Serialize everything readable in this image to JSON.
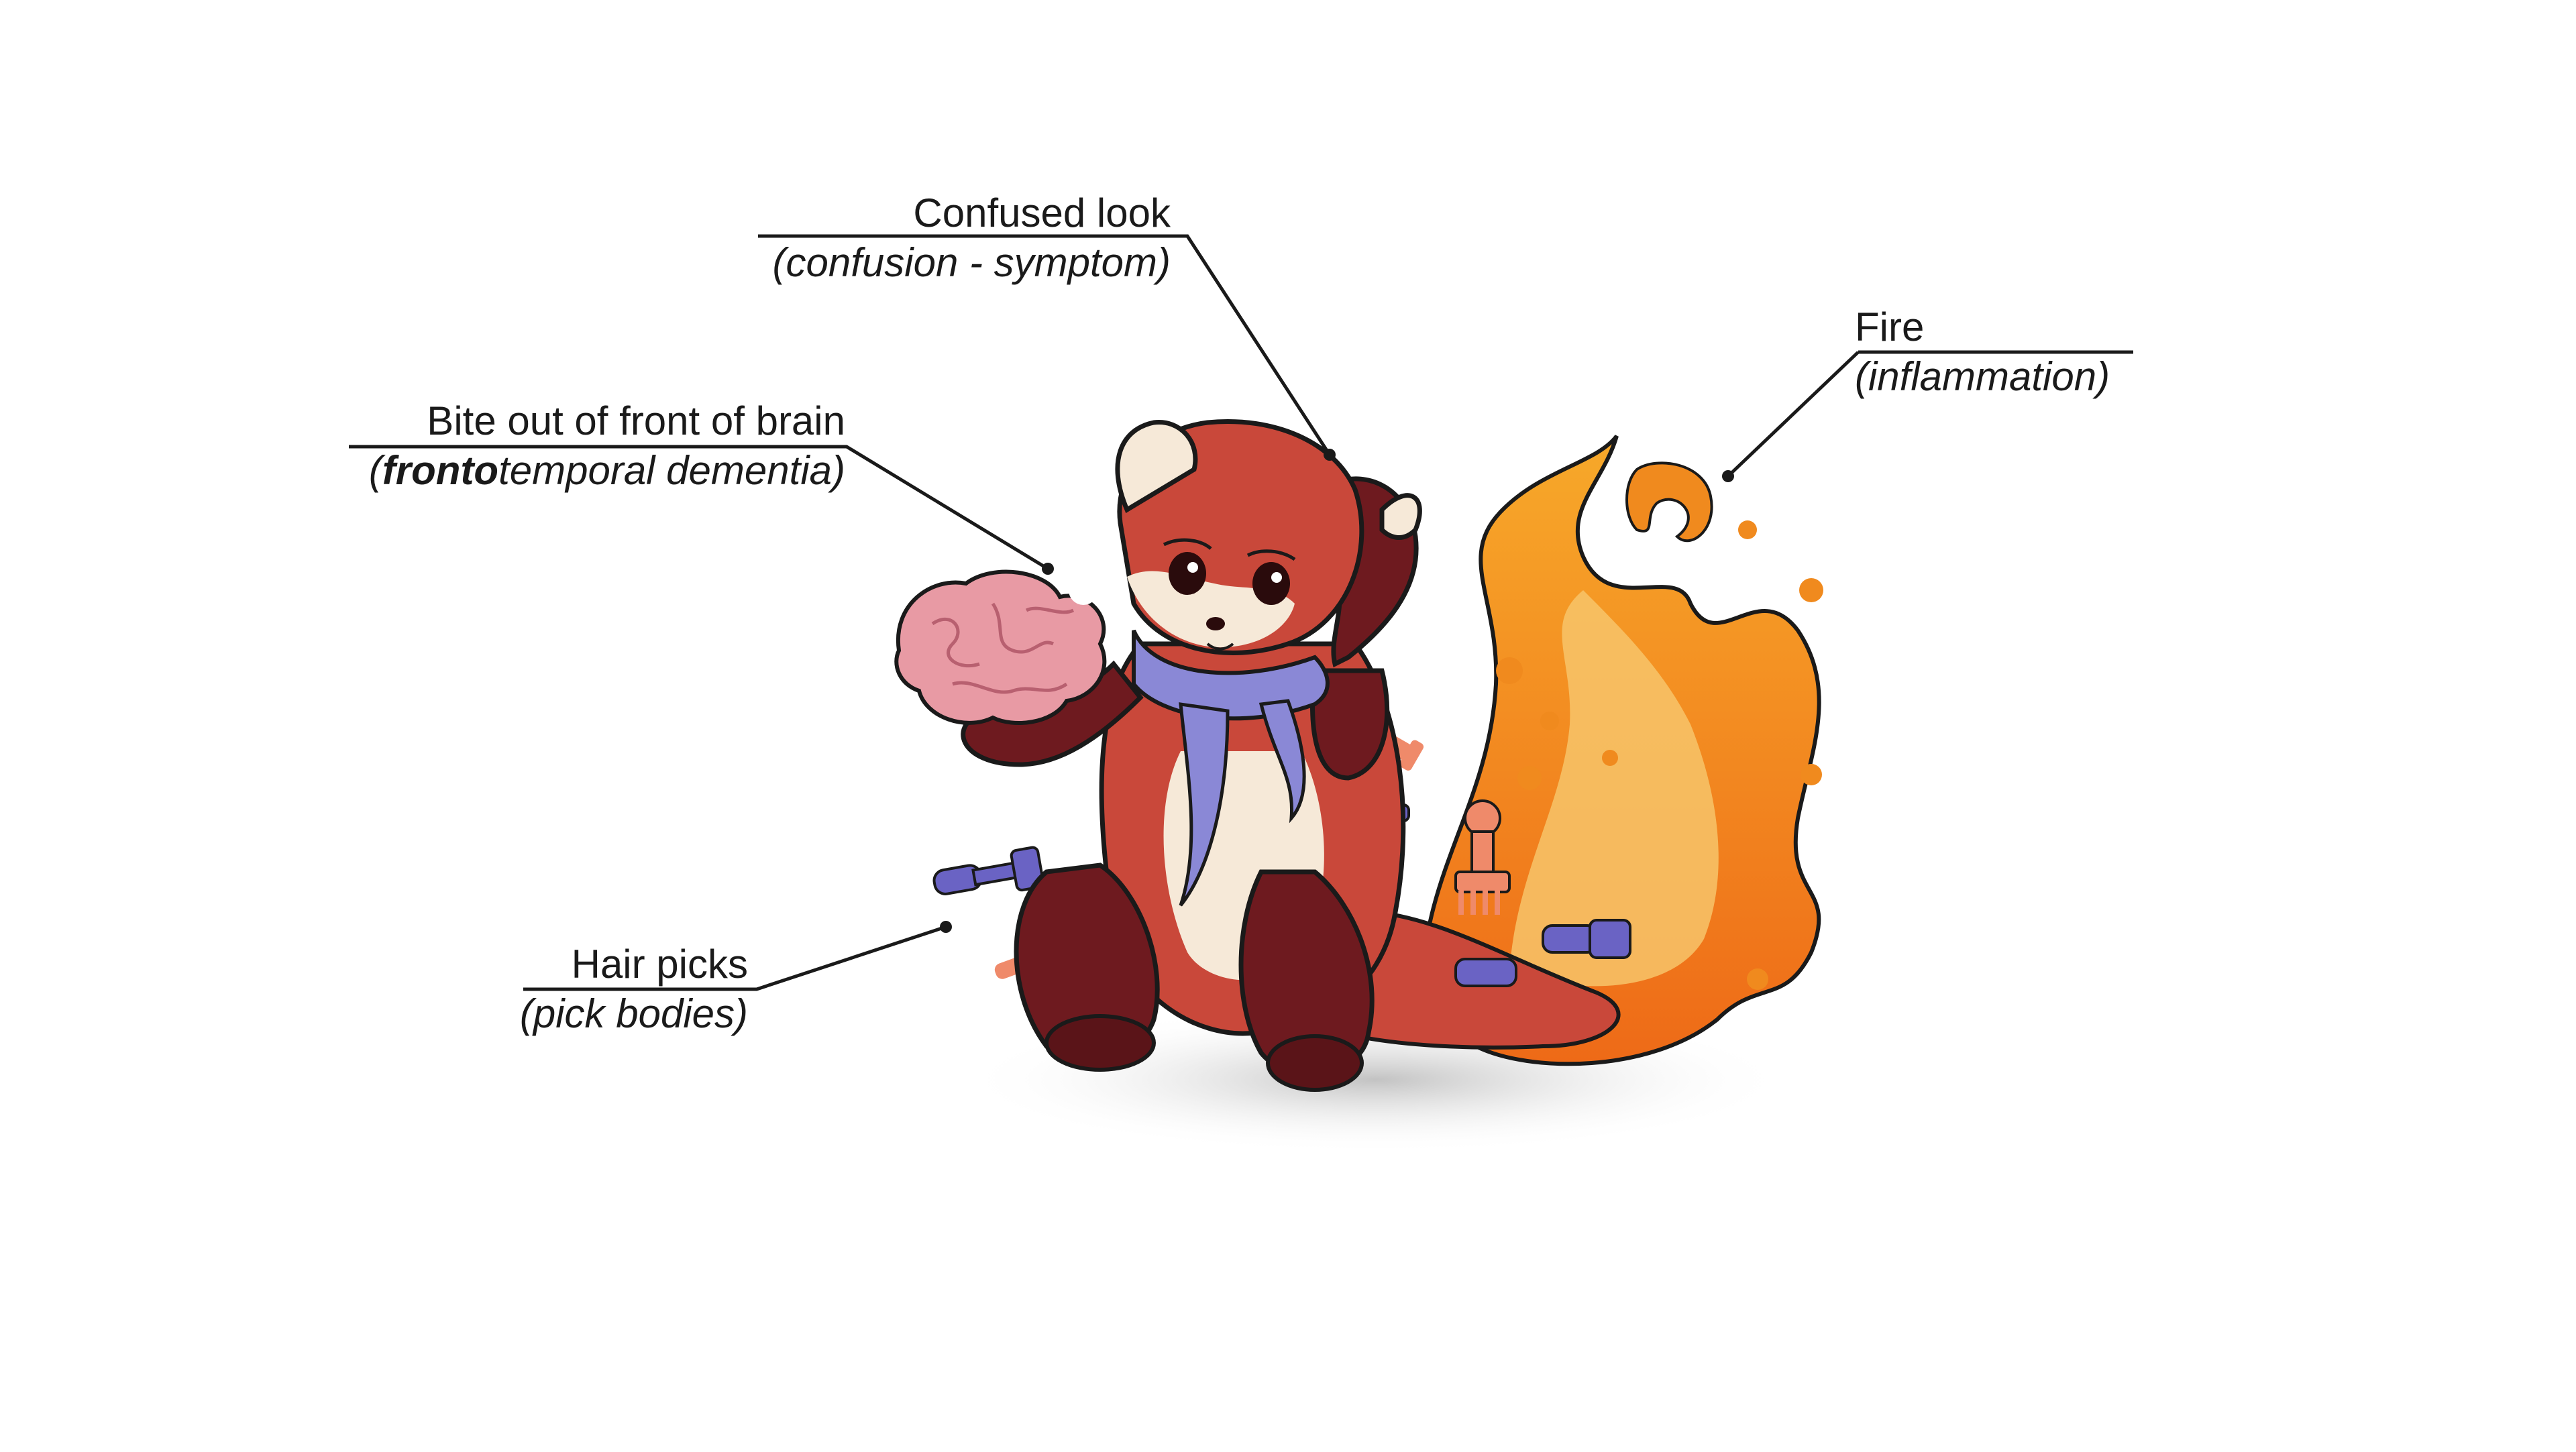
{
  "annotations": {
    "confused": {
      "title": "Confused look",
      "detail": "(confusion - symptom)"
    },
    "fire": {
      "title": "Fire",
      "detail": "(inflammation)"
    },
    "bite": {
      "title": "Bite out of front of brain",
      "detail_open": "(",
      "detail_bold": "fronto",
      "detail_rest": "temporal dementia)"
    },
    "picks": {
      "title": "Hair picks",
      "detail": "(pick bodies)"
    }
  },
  "colors": {
    "fur_red": "#c9483a",
    "fur_dark": "#6e1a1f",
    "cream": "#f6e9d8",
    "scarf": "#8a88d6",
    "brain": "#e89aa4",
    "fire_orange": "#f07a1a",
    "fire_yellow": "#f7b544",
    "pick_purple": "#6a63c4",
    "pick_salmon": "#ef8a6a",
    "line": "#1a1a1a"
  }
}
